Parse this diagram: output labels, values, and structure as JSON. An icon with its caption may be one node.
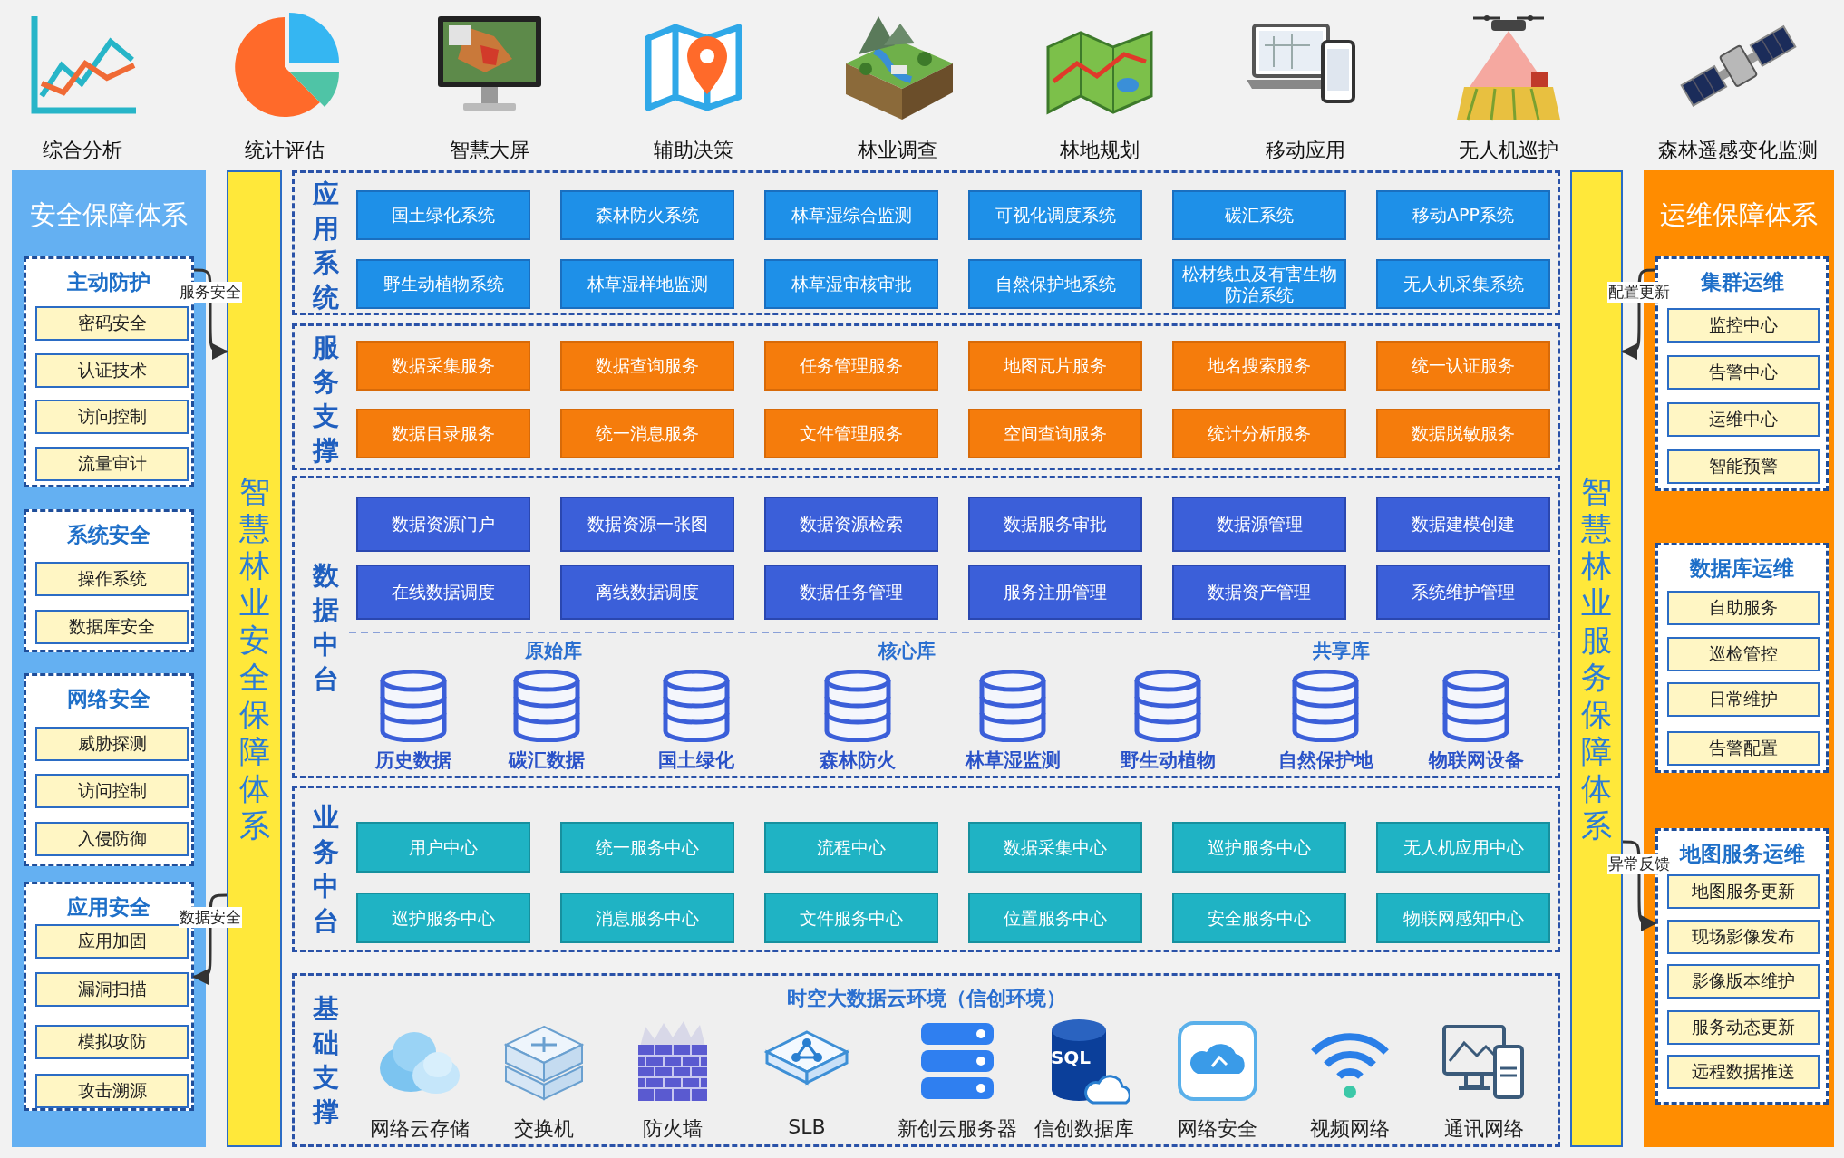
{
  "diagram": {
    "nodes": [
      {
        "text": [
          "安全保障体系"
        ]
      },
      {
        "text": [
          "主动防护"
        ],
        "in": 0
      },
      {
        "text": [
          "密码安全"
        ],
        "in": 1
      },
      {
        "text": [
          "认证技术"
        ],
        "in": 1
      },
      {
        "text": [
          "访问控制"
        ],
        "in": 1
      },
      {
        "text": [
          "流量审计"
        ],
        "in": 1
      },
      {
        "text": [
          "系统安全"
        ],
        "in": 0
      },
      {
        "text": [
          "操作系统"
        ],
        "in": 6
      },
      {
        "text": [
          "数据库安全"
        ],
        "in": 6
      },
      {
        "text": [
          "网络安全"
        ],
        "in": 0
      },
      {
        "text": [
          "威胁探测"
        ],
        "in": 9
      },
      {
        "text": [
          "访问控制"
        ],
        "in": 9
      },
      {
        "text": [
          "入侵防御"
        ],
        "in": 9
      },
      {
        "text": [
          "应用安全"
        ],
        "in": 0
      },
      {
        "text": [
          "应用加固"
        ],
        "in": 13
      },
      {
        "text": [
          "漏洞扫描"
        ],
        "in": 13
      },
      {
        "text": [
          "模拟攻防"
        ],
        "in": 13
      },
      {
        "text": [
          "攻击溯源"
        ],
        "in": 13
      },
      {
        "text": [
          "智慧林业安全保障体系"
        ]
      },
      {
        "text": [
          "应用系统"
        ]
      },
      {
        "text": [
          "国土绿化系统"
        ],
        "in": 19
      },
      {
        "text": [
          "森林防火系统"
        ],
        "in": 19
      },
      {
        "text": [
          "林草湿综合监测"
        ],
        "in": 19
      },
      {
        "text": [
          "可视化调度系统"
        ],
        "in": 19
      },
      {
        "text": [
          "碳汇系统"
        ],
        "in": 19
      },
      {
        "text": [
          "移动APP系统"
        ],
        "in": 19
      },
      {
        "text": [
          "野生动植物系统"
        ],
        "in": 19
      },
      {
        "text": [
          "林草湿样地监测"
        ],
        "in": 19
      },
      {
        "text": [
          "林草湿审核审批"
        ],
        "in": 19
      },
      {
        "text": [
          "自然保护地系统"
        ],
        "in": 19
      },
      {
        "text": [
          "松材线虫及有害生物防治系统"
        ],
        "in": 19
      },
      {
        "text": [
          "无人机采集系统"
        ],
        "in": 19
      },
      {
        "text": [
          "服务支撑"
        ]
      },
      {
        "text": [
          "数据采集服务"
        ],
        "in": 32
      },
      {
        "text": [
          "数据查询服务"
        ],
        "in": 32
      },
      {
        "text": [
          "任务管理服务"
        ],
        "in": 32
      },
      {
        "text": [
          "地图瓦片服务"
        ],
        "in": 32
      },
      {
        "text": [
          "地名搜索服务"
        ],
        "in": 32
      },
      {
        "text": [
          "统一认证服务"
        ],
        "in": 32
      },
      {
        "text": [
          "数据目录服务"
        ],
        "in": 32
      },
      {
        "text": [
          "统一消息服务"
        ],
        "in": 32
      },
      {
        "text": [
          "文件管理服务"
        ],
        "in": 32
      },
      {
        "text": [
          "空间查询服务"
        ],
        "in": 32
      },
      {
        "text": [
          "统计分析服务"
        ],
        "in": 32
      },
      {
        "text": [
          "数据脱敏服务"
        ],
        "in": 32
      },
      {
        "text": [
          "数据中台"
        ]
      },
      {
        "text": [
          "数据资源门户"
        ],
        "in": 45
      },
      {
        "text": [
          "数据资源一张图"
        ],
        "in": 45
      },
      {
        "text": [
          "数据资源检索"
        ],
        "in": 45
      },
      {
        "text": [
          "数据服务审批"
        ],
        "in": 45
      },
      {
        "text": [
          "数据源管理"
        ],
        "in": 45
      },
      {
        "text": [
          "数据建模创建"
        ],
        "in": 45
      },
      {
        "text": [
          "在线数据调度"
        ],
        "in": 45
      },
      {
        "text": [
          "离线数据调度"
        ],
        "in": 45
      },
      {
        "text": [
          "数据任务管理"
        ],
        "in": 45
      },
      {
        "text": [
          "服务注册管理"
        ],
        "in": 45
      },
      {
        "text": [
          "数据资产管理"
        ],
        "in": 45
      },
      {
        "text": [
          "系统维护管理"
        ],
        "in": 45
      },
      {
        "text": [
          "历史数据"
        ],
        "in": 45
      },
      {
        "text": [
          "碳汇数据"
        ],
        "in": 45
      },
      {
        "text": [
          "国土绿化"
        ],
        "in": 45
      },
      {
        "text": [
          "森林防火"
        ],
        "in": 45
      },
      {
        "text": [
          "林草湿监测"
        ],
        "in": 45
      },
      {
        "text": [
          "野生动植物"
        ],
        "in": 45
      },
      {
        "text": [
          "自然保护地"
        ],
        "in": 45
      },
      {
        "text": [
          "物联网设备"
        ],
        "in": 45
      },
      {
        "text": [
          "业务中台"
        ]
      },
      {
        "text": [
          "用户中心"
        ],
        "in": 66
      },
      {
        "text": [
          "统一服务中心"
        ],
        "in": 66
      },
      {
        "text": [
          "流程中心"
        ],
        "in": 66
      },
      {
        "text": [
          "数据采集中心"
        ],
        "in": 66
      },
      {
        "text": [
          "巡护服务中心"
        ],
        "in": 66
      },
      {
        "text": [
          "无人机应用中心"
        ],
        "in": 66
      },
      {
        "text": [
          "巡护服务中心"
        ],
        "in": 66
      },
      {
        "text": [
          "消息服务中心"
        ],
        "in": 66
      },
      {
        "text": [
          "文件服务中心"
        ],
        "in": 66
      },
      {
        "text": [
          "位置服务中心"
        ],
        "in": 66
      },
      {
        "text": [
          "安全服务中心"
        ],
        "in": 66
      },
      {
        "text": [
          "物联网感知中心"
        ],
        "in": 66
      },
      {
        "text": [
          "基础支撑",
          "时空大数据云环境（信创环境）"
        ]
      },
      {
        "text": [
          "网络云存储"
        ],
        "in": 79
      },
      {
        "text": [
          "交换机"
        ],
        "in": 79
      },
      {
        "text": [
          "防火墙"
        ],
        "in": 79
      },
      {
        "text": [
          "SLB"
        ],
        "in": 79
      },
      {
        "text": [
          "新创云服务器"
        ],
        "in": 79
      },
      {
        "text": [
          "SQL",
          "信创数据库"
        ],
        "in": 79
      },
      {
        "text": [
          "网络安全"
        ],
        "in": 79
      },
      {
        "text": [
          "视频网络"
        ],
        "in": 79
      },
      {
        "text": [
          "通讯网络"
        ],
        "in": 79
      },
      {
        "text": [
          "智慧林业服务保障体系"
        ]
      },
      {
        "text": [
          "运维保障体系"
        ]
      },
      {
        "text": [
          "集群运维"
        ],
        "in": 90
      },
      {
        "text": [
          "监控中心"
        ],
        "in": 91
      },
      {
        "text": [
          "告警中心"
        ],
        "in": 91
      },
      {
        "text": [
          "运维中心"
        ],
        "in": 91
      },
      {
        "text": [
          "智能预警"
        ],
        "in": 91
      },
      {
        "text": [
          "数据库运维"
        ],
        "in": 90
      },
      {
        "text": [
          "自助服务"
        ],
        "in": 96
      },
      {
        "text": [
          "巡检管控"
        ],
        "in": 96
      },
      {
        "text": [
          "日常维护"
        ],
        "in": 96
      },
      {
        "text": [
          "告警配置"
        ],
        "in": 96
      },
      {
        "text": [
          "地图服务运维"
        ],
        "in": 90
      },
      {
        "text": [
          "地图服务更新"
        ],
        "in": 101
      },
      {
        "text": [
          "现场影像发布"
        ],
        "in": 101
      },
      {
        "text": [
          "影像版本维护"
        ],
        "in": 101
      },
      {
        "text": [
          "服务动态更新"
        ],
        "in": 101
      },
      {
        "text": [
          "远程数据推送"
        ],
        "in": 101
      }
    ],
    "edges": [
      {
        "from": 1,
        "to": 18,
        "arrow": "to",
        "label": "服务安全"
      },
      {
        "from": 18,
        "to": 13,
        "arrow": "to",
        "label": "数据安全"
      },
      {
        "from": 91,
        "to": 89,
        "arrow": "to",
        "label": "配置更新"
      },
      {
        "from": 89,
        "to": 101,
        "arrow": "to",
        "label": "异常反馈"
      }
    ],
    "labels": [
      "综合分析",
      "统计评估",
      "智慧大屏",
      "辅助决策",
      "林业调查",
      "林地规划",
      "移动应用",
      "无人机巡护",
      "森林遥感变化监测",
      "原始库",
      "核心库",
      "共享库"
    ]
  }
}
